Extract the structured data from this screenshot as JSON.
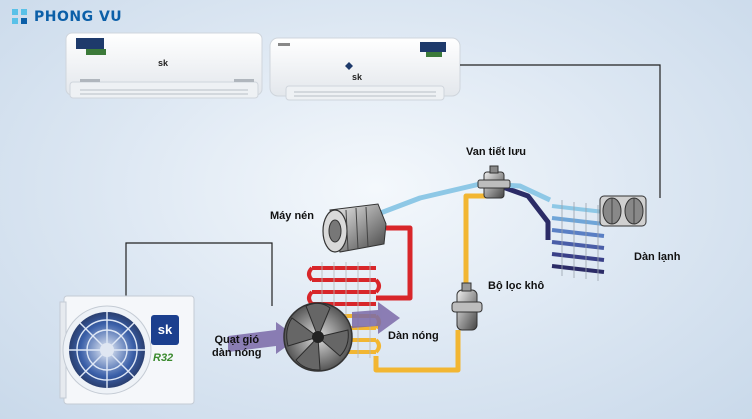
{
  "logo": {
    "text": "PHONG VU"
  },
  "brand": {
    "indoor_left": "sk",
    "indoor_right": "sk",
    "outdoor_badge": "sk",
    "outdoor_refrigerant": "R32"
  },
  "labels": {
    "expansion_valve": "Van tiết lưu",
    "compressor": "Máy nén",
    "evaporator": "Dàn lạnh",
    "filter_drier": "Bộ lọc khô",
    "condenser": "Dàn nóng",
    "condenser_fan_line1": "Quạt gió",
    "condenser_fan_line2": "dàn nóng"
  },
  "colors": {
    "brand_blue": "#0b5fa8",
    "hot_pipe": "#d8262a",
    "warm_pipe": "#f2b632",
    "cold_pipe": "#2b2b66",
    "cool_pipe": "#8ec8e6",
    "airflow": "#7b6aa8"
  }
}
